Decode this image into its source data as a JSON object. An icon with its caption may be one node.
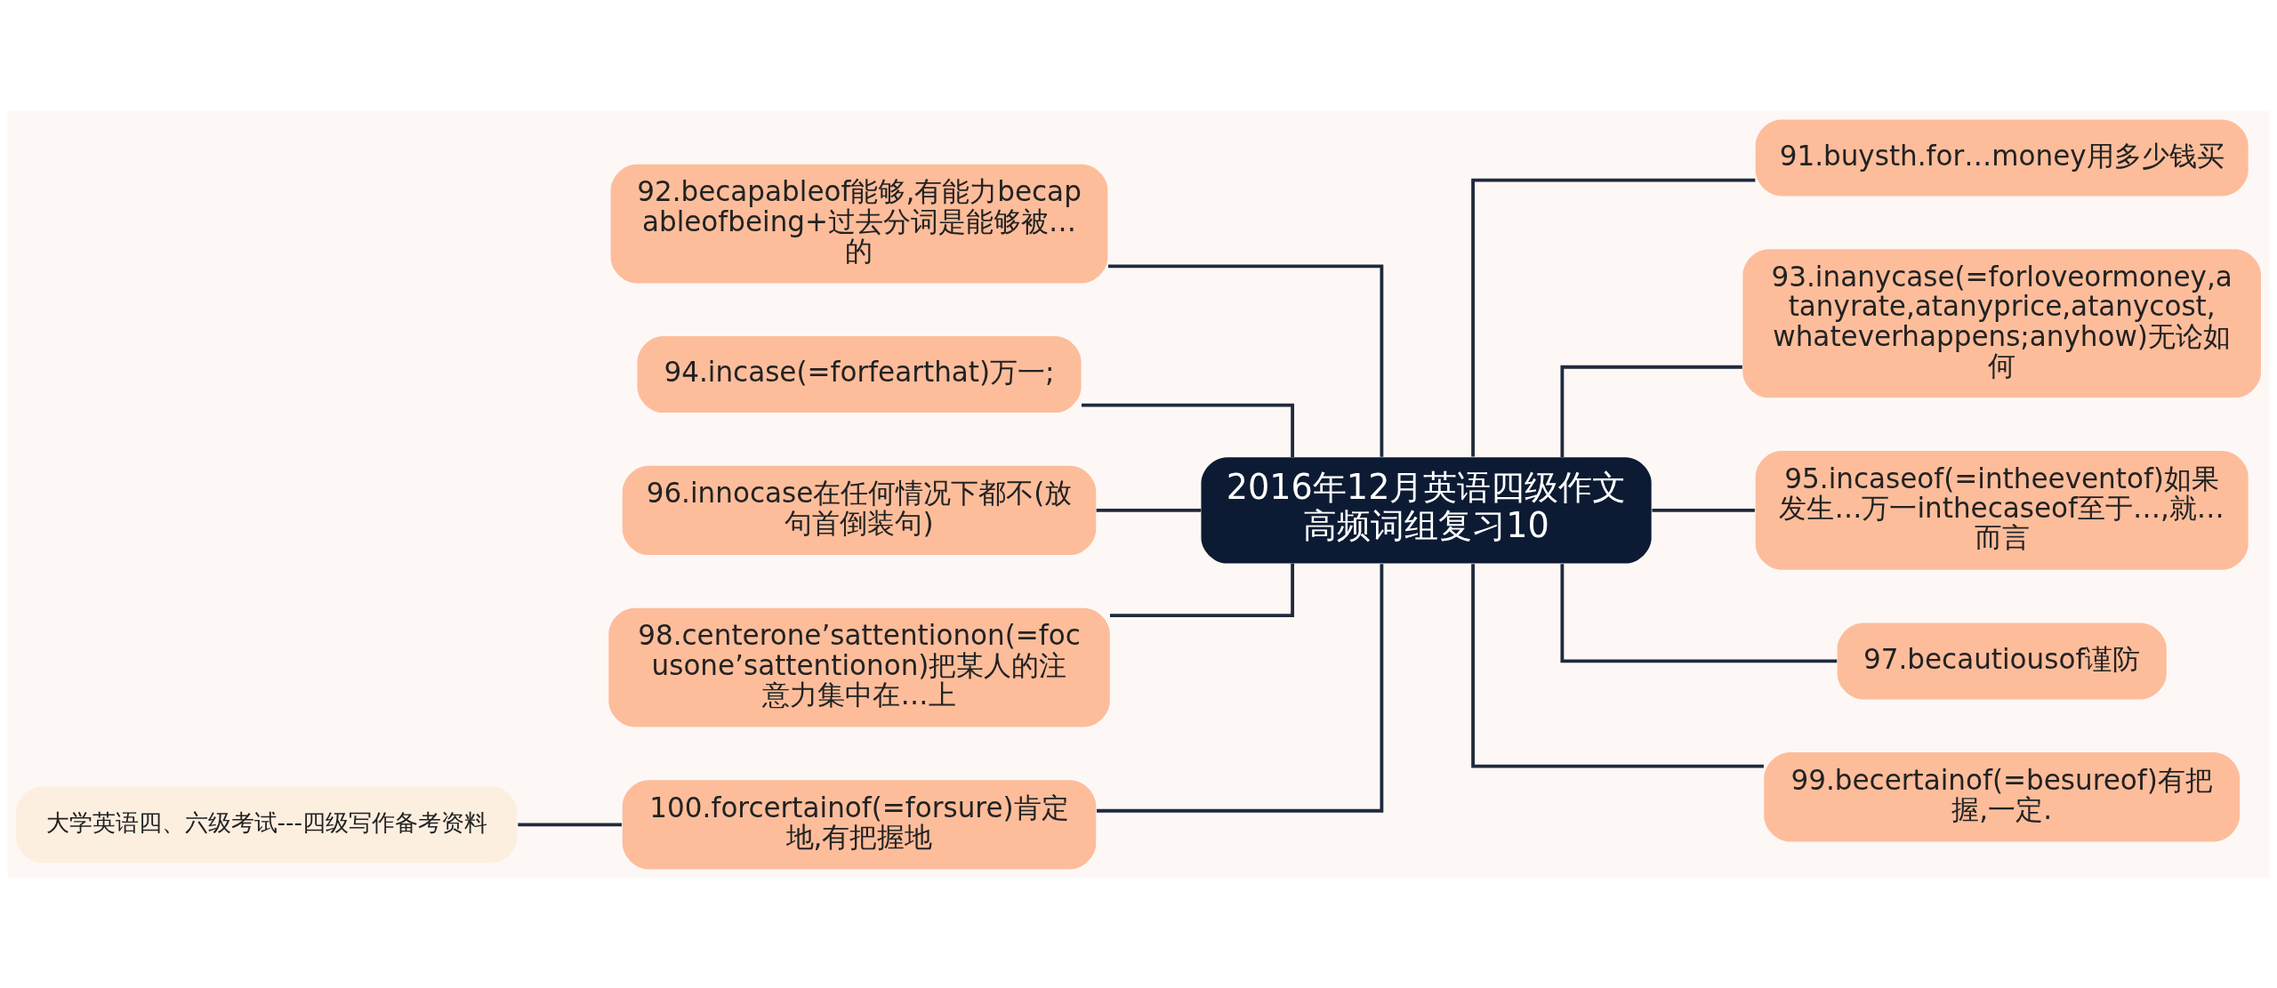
{
  "diagram": {
    "nodes": [
      {
        "text": [
          "2016年12月英语四级作文高频词组复习10"
        ]
      },
      {
        "text": [
          "92.becapableof能够,有能力becapableofbeing+过去分词是能够被…的"
        ]
      },
      {
        "text": [
          "94.incase(=forfearthat)万一;"
        ]
      },
      {
        "text": [
          "96.innocase在任何情况下都不(放句首倒装句)"
        ]
      },
      {
        "text": [
          "98.centerone’sattentionon(=focusone’sattentionon)把某人的注意力集中在…上"
        ]
      },
      {
        "text": [
          "100.forcertainof(=forsure)肯定地,有把握地"
        ]
      },
      {
        "text": [
          "大学英语四、六级考试---四级写作备考资料"
        ]
      },
      {
        "text": [
          "91.buysth.for…money用多少钱买"
        ]
      },
      {
        "text": [
          "93.inanycase(=forloveormoney,atanyrate,atanyprice,atanycost,whateverhappens;anyhow)无论如何"
        ]
      },
      {
        "text": [
          "95.incaseof(=intheeventof)如果发生…万一inthecaseof至于…,就…而言"
        ]
      },
      {
        "text": [
          "97.becautiousof谨防"
        ]
      },
      {
        "text": [
          "99.becertainof(=besureof)有把握,一定."
        ]
      }
    ],
    "edges": [
      {
        "from": 0,
        "to": 1,
        "arrow": "none"
      },
      {
        "from": 0,
        "to": 2,
        "arrow": "none"
      },
      {
        "from": 0,
        "to": 3,
        "arrow": "none"
      },
      {
        "from": 0,
        "to": 4,
        "arrow": "none"
      },
      {
        "from": 0,
        "to": 5,
        "arrow": "none"
      },
      {
        "from": 5,
        "to": 6,
        "arrow": "none"
      },
      {
        "from": 0,
        "to": 7,
        "arrow": "none"
      },
      {
        "from": 0,
        "to": 8,
        "arrow": "none"
      },
      {
        "from": 0,
        "to": 9,
        "arrow": "none"
      },
      {
        "from": 0,
        "to": 10,
        "arrow": "none"
      },
      {
        "from": 0,
        "to": 11,
        "arrow": "none"
      }
    ]
  }
}
